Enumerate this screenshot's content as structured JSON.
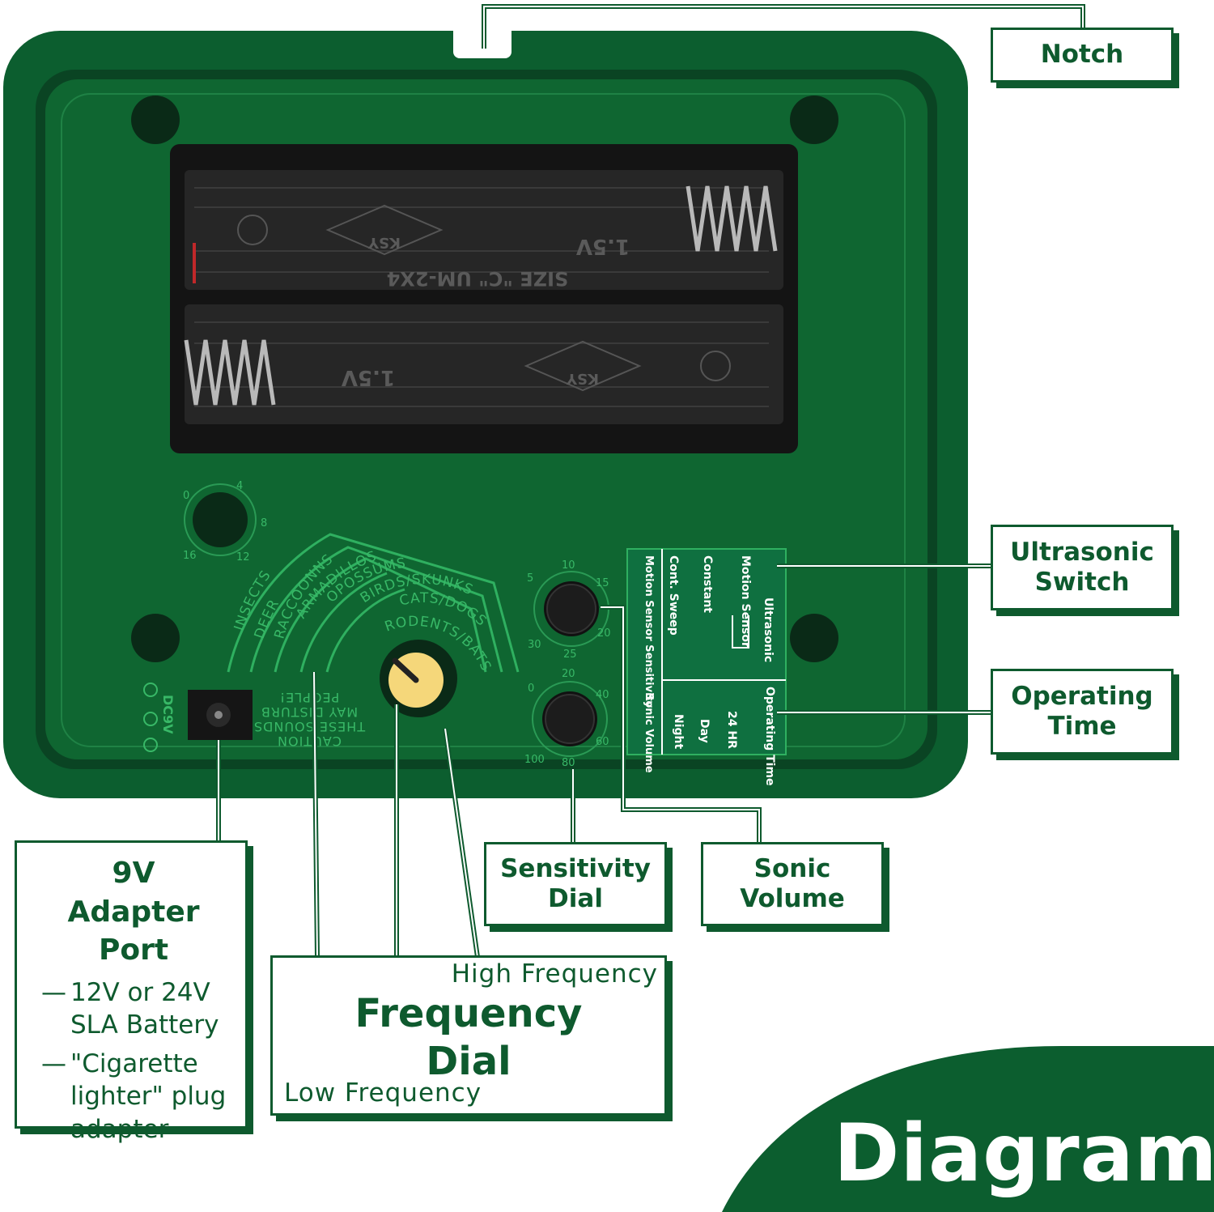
{
  "callouts": {
    "notch": "Notch",
    "ultrasonic_switch": [
      "Ultrasonic",
      "Switch"
    ],
    "operating_time": [
      "Operating",
      "Time"
    ],
    "sensitivity_dial": [
      "Sensitivity",
      "Dial"
    ],
    "sonic_volume": [
      "Sonic",
      "Volume"
    ],
    "adapter_port": {
      "title": [
        "9V Adapter",
        "Port"
      ],
      "items": [
        "12V or 24V SLA Battery",
        "\"Cigarette lighter\" plug adapter"
      ]
    },
    "frequency_dial": {
      "high": "High Frequency",
      "title": [
        "Frequency",
        "Dial"
      ],
      "low": "Low Frequency"
    }
  },
  "device_labels": {
    "battery_top": [
      "1.5V",
      "SIZE \"C\" UM-2X4",
      "KSY"
    ],
    "battery_bottom": [
      "1.5V",
      "KSY"
    ],
    "small_dial_scale": [
      "0",
      "4",
      "8",
      "12",
      "16"
    ],
    "frequency_arcs": [
      "INSECTS",
      "DEER",
      "RACCOONNS",
      "ARMADILLOS",
      "OPOSSUMS",
      "BIRDS/SKUNKS",
      "CATS/DOGS",
      "RODENTS/BATS"
    ],
    "caution": [
      "CAUTION",
      "THESE SOUNDS",
      "MAY DISTURB",
      "PEOPLE!"
    ],
    "power_jack": "DC9V",
    "sensitivity_scale": [
      "5",
      "10",
      "15",
      "20",
      "25",
      "30"
    ],
    "volume_scale": [
      "0",
      "20",
      "40",
      "60",
      "80",
      "100"
    ],
    "switch_panel": {
      "ultrasonic_header": "Ultrasonic",
      "ultrasonic_options": [
        "Motion Sensor",
        "Constant",
        "Cont. Sweep"
      ],
      "operating_header": "Operating Time",
      "operating_options": [
        "24 HR",
        "Day",
        "Night"
      ],
      "motion_sensitivity": "Motion Sensor Sensitivity",
      "sonic_volume": "Sonic Volume"
    }
  },
  "banner": "Diagram",
  "colors": {
    "device_green": "#0c5e2f",
    "dark_green": "#0a4423",
    "callout_green": "#0e5a2e",
    "label_green": "#38b867",
    "knob_yellow": "#f5d77a"
  }
}
